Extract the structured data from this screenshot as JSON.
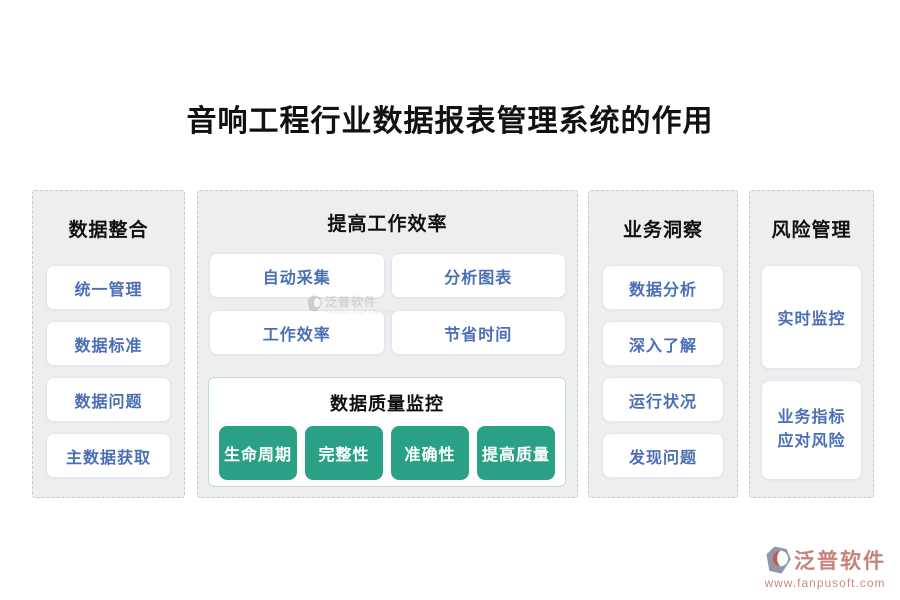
{
  "page": {
    "title": "音响工程行业数据报表管理系统的作用"
  },
  "columns": [
    {
      "header": "数据整合",
      "items": [
        "统一管理",
        "数据标准",
        "数据问题",
        "主数据获取"
      ]
    },
    {
      "header": "提高工作效率",
      "items": [
        "自动采集",
        "分析图表",
        "工作效率",
        "节省时间"
      ],
      "subpanel": {
        "header": "数据质量监控",
        "tags": [
          "生命周期",
          "完整性",
          "准确性",
          "提高质量"
        ]
      }
    },
    {
      "header": "业务洞察",
      "items": [
        "数据分析",
        "深入了解",
        "运行状况",
        "发现问题"
      ]
    },
    {
      "header": "风险管理",
      "items": [
        "实时监控",
        "业务指标\n应对风险"
      ]
    }
  ],
  "watermark": {
    "brand": "泛普软件",
    "subtext": "FANPU SOFTWARE"
  },
  "footer": {
    "brand": "泛普软件",
    "url": "www.fanpusoft.com"
  },
  "colors": {
    "accent_blue": "#4a6fb5",
    "accent_green": "#2aa185",
    "panel_bg": "#eeeeef",
    "panel_border": "#c9c9c9",
    "card_border": "#dce6f4",
    "subpanel_border": "#b9ddd2",
    "brand_red": "#c5837b",
    "text_black": "#111111"
  }
}
